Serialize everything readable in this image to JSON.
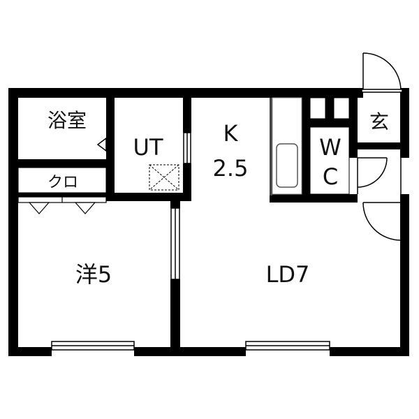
{
  "rooms": {
    "bath": "浴室",
    "utility": "UT",
    "kitchen_name": "K",
    "kitchen_size": "2.5",
    "wc_top": "W",
    "wc_bottom": "C",
    "entrance": "玄",
    "closet": "クロ",
    "western": "洋5",
    "living_dining": "LD7"
  },
  "colors": {
    "wall": "#000000",
    "background": "#ffffff",
    "fixture_line": "#888888"
  }
}
